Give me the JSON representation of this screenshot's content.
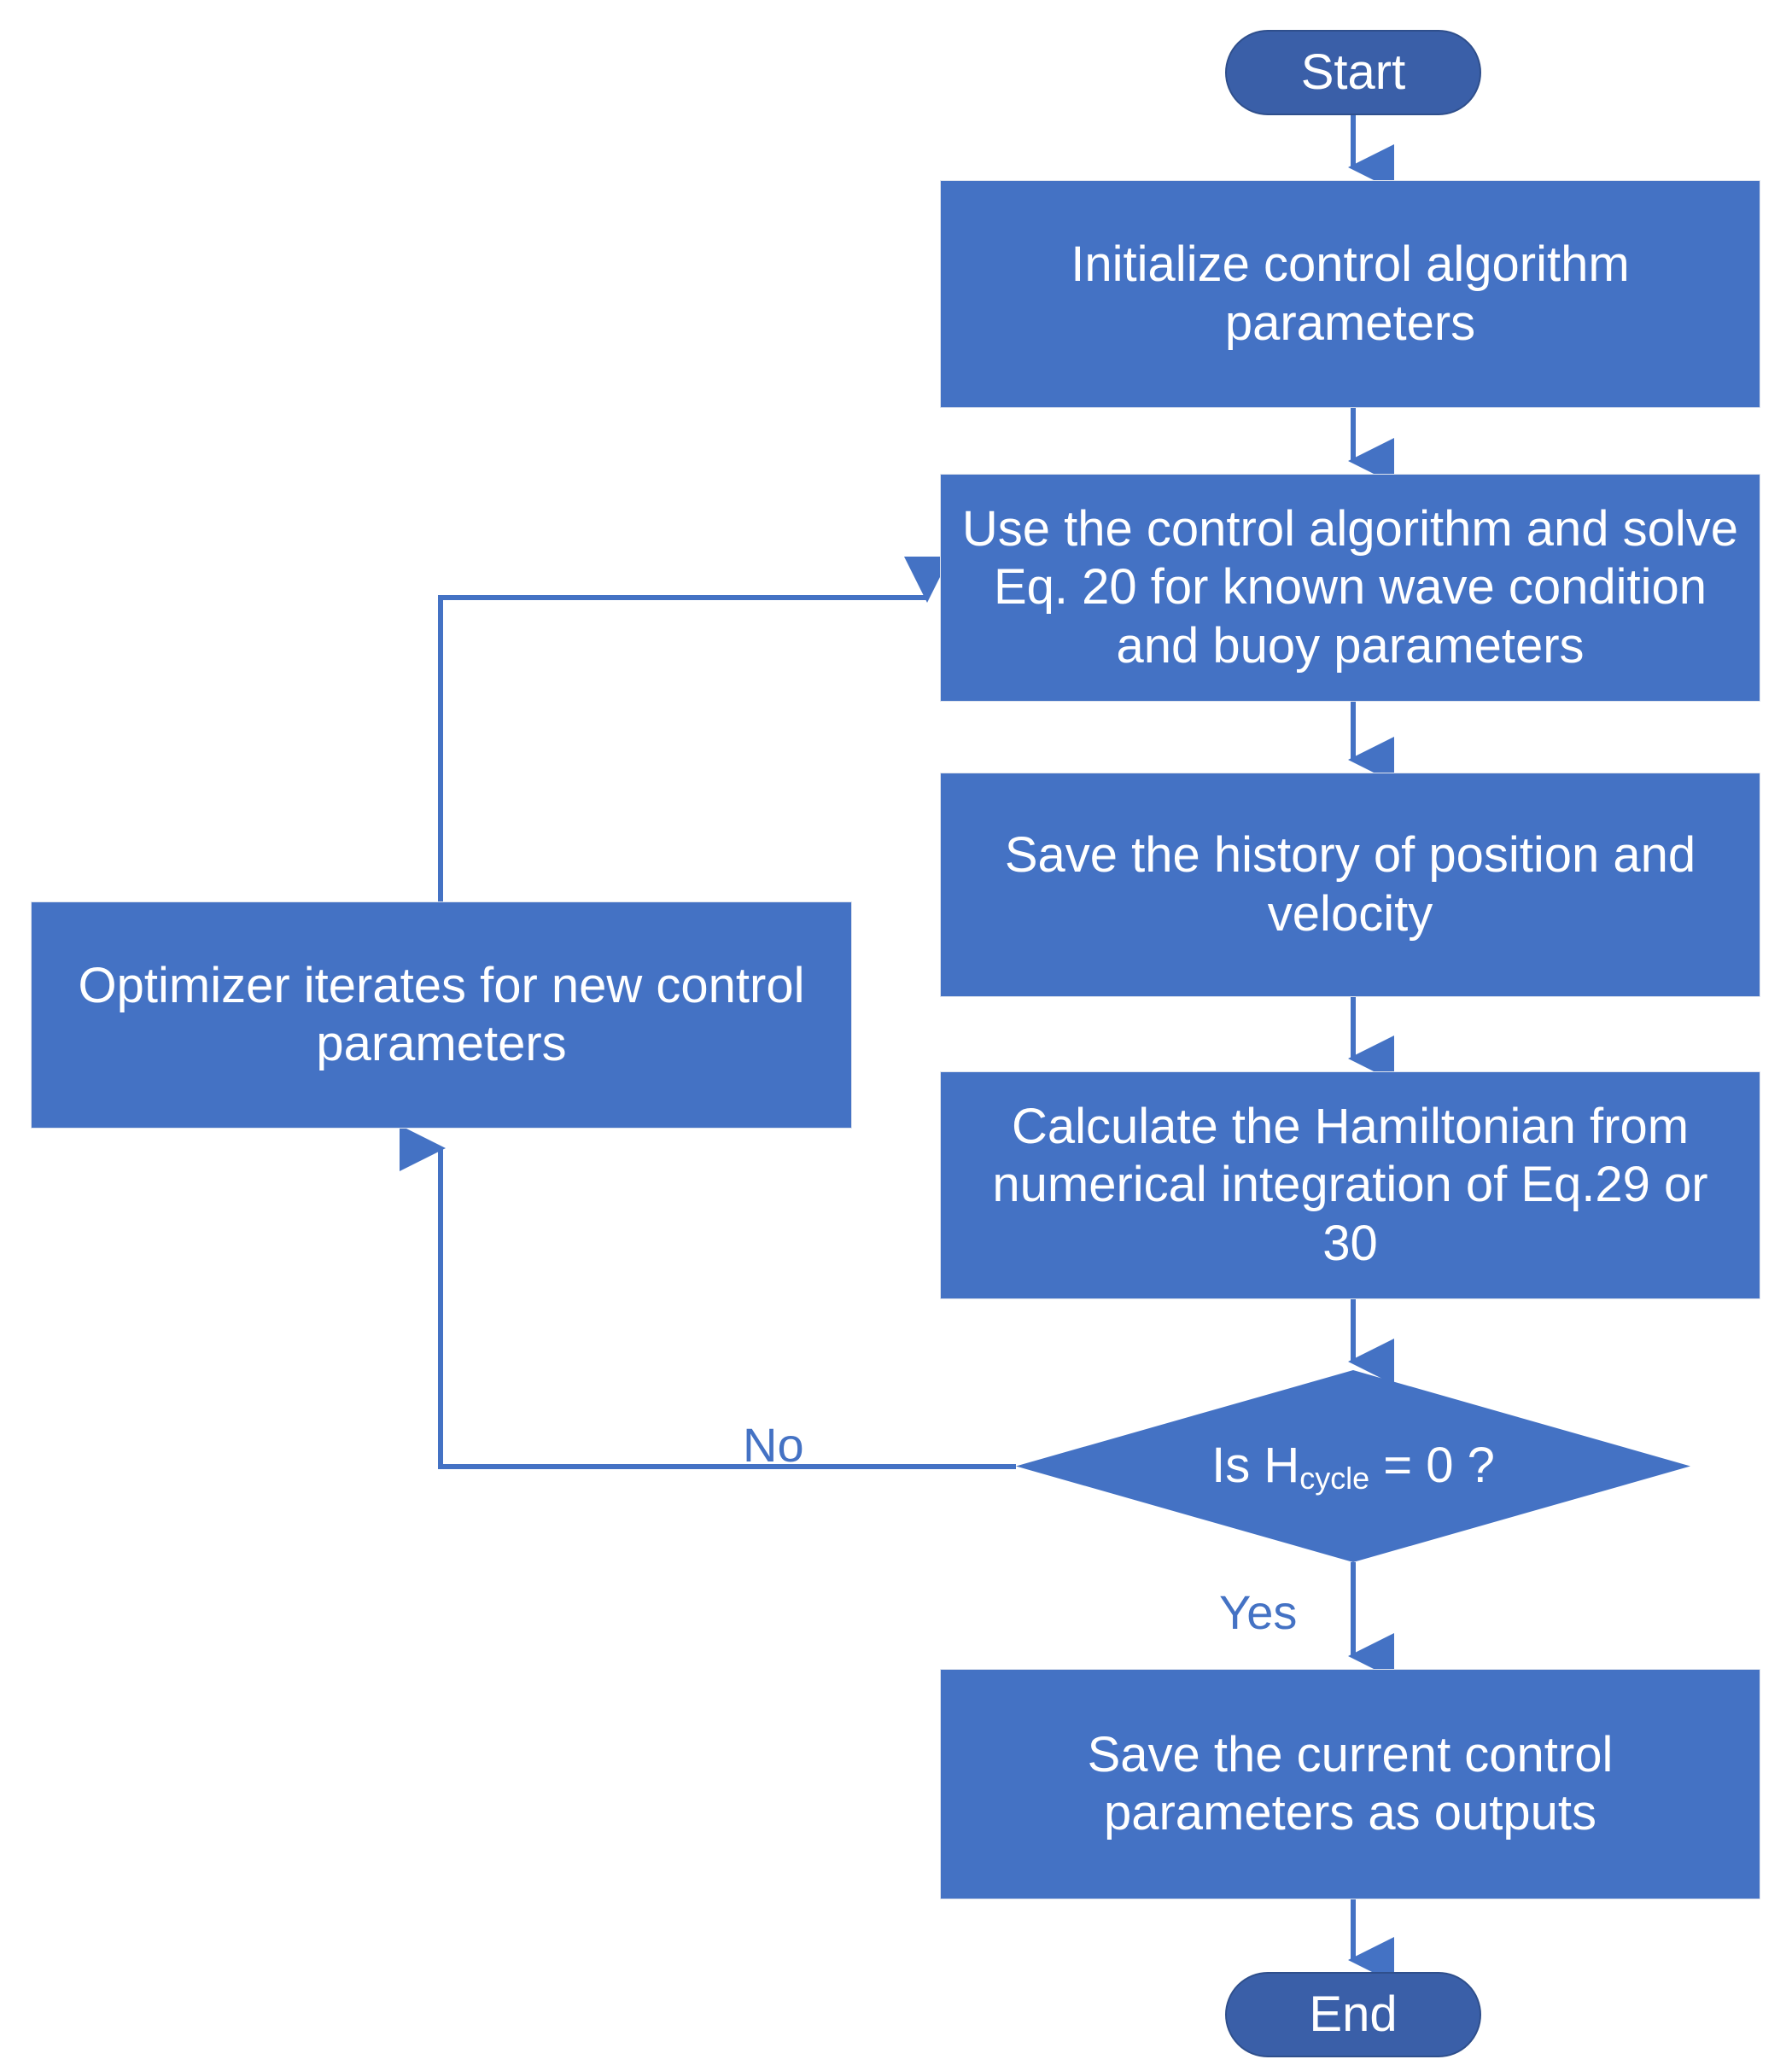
{
  "diagram": {
    "title": "Control parameter optimization flowchart",
    "colors": {
      "process_fill": "#4472C4",
      "terminator_fill": "#3A5FA8",
      "terminator_stroke": "#2F4F8C",
      "connector": "#4472C4",
      "node_text": "#FFFFFF",
      "label_text": "#4472C4",
      "background": "#FFFFFF"
    },
    "nodes": {
      "start": {
        "label": "Start",
        "shape": "terminator"
      },
      "initialize": {
        "label": "Initialize control algorithm parameters",
        "shape": "process"
      },
      "solve": {
        "label": "Use the control algorithm and solve Eq. 20 for known wave condition and buoy parameters",
        "shape": "process"
      },
      "save_history": {
        "label": "Save the history of position and velocity",
        "shape": "process"
      },
      "hamiltonian": {
        "label": "Calculate the Hamiltonian from numerical integration of Eq.29 or 30",
        "shape": "process"
      },
      "decision": {
        "shape": "diamond",
        "label_prefix": "Is H",
        "label_subscript": "cycle",
        "label_suffix": " = 0 ?",
        "label_plain": "Is Hcycle = 0 ?"
      },
      "optimizer": {
        "label": "Optimizer iterates for new control parameters",
        "shape": "process"
      },
      "save_outputs": {
        "label": "Save the current control parameters as outputs",
        "shape": "process"
      },
      "end": {
        "label": "End",
        "shape": "terminator"
      }
    },
    "edge_labels": {
      "no": "No",
      "yes": "Yes"
    },
    "edges": [
      {
        "from": "start",
        "to": "initialize",
        "label": ""
      },
      {
        "from": "initialize",
        "to": "solve",
        "label": ""
      },
      {
        "from": "solve",
        "to": "save_history",
        "label": ""
      },
      {
        "from": "save_history",
        "to": "hamiltonian",
        "label": ""
      },
      {
        "from": "hamiltonian",
        "to": "decision",
        "label": ""
      },
      {
        "from": "decision",
        "to": "optimizer",
        "label": "No"
      },
      {
        "from": "optimizer",
        "to": "solve",
        "label": ""
      },
      {
        "from": "decision",
        "to": "save_outputs",
        "label": "Yes"
      },
      {
        "from": "save_outputs",
        "to": "end",
        "label": ""
      }
    ]
  }
}
